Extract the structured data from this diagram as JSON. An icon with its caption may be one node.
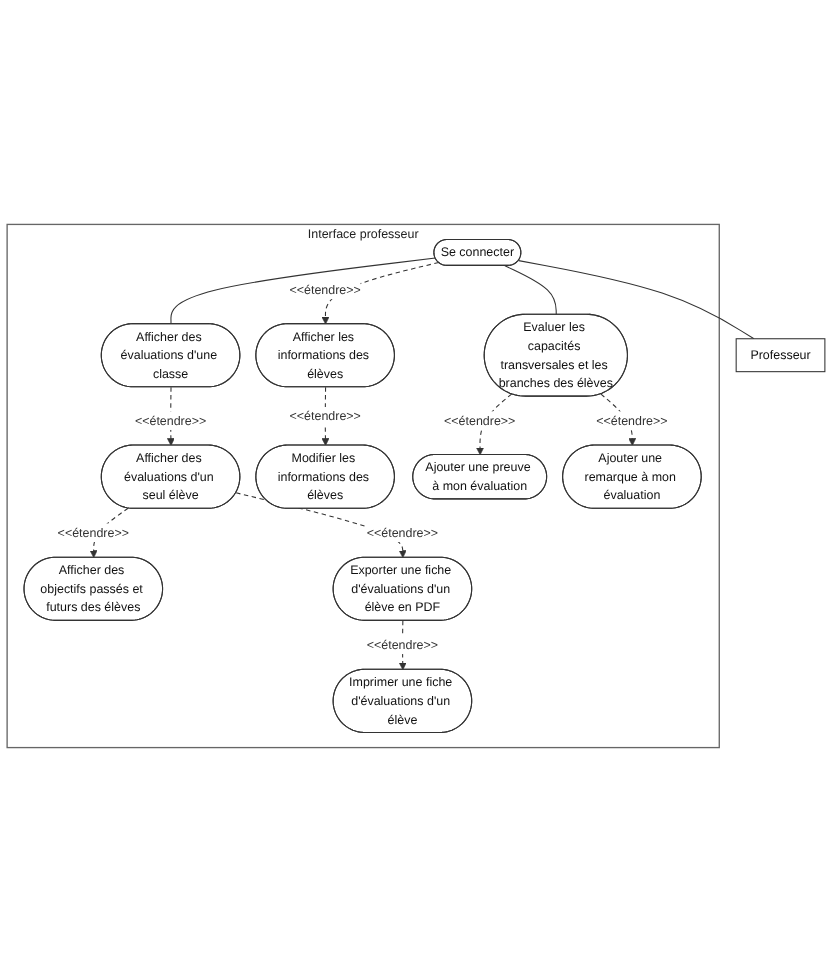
{
  "diagram": {
    "nodes": [
      {
        "text": [
          "Interface professeur"
        ]
      },
      {
        "text": [
          "Afficher des évaluations d'un seul élève"
        ],
        "in": 0
      },
      {
        "text": [
          "Afficher des objectifs passés et futurs des élèves"
        ],
        "in": 0
      },
      {
        "text": [
          "Afficher des évaluations d'une classe"
        ],
        "in": 0
      },
      {
        "text": [
          "Imprimer une fiche d'évaluations d'un élève"
        ],
        "in": 0
      },
      {
        "text": [
          "Exporter une fiche d'évaluations d'un élève en PDF"
        ],
        "in": 0
      },
      {
        "text": [
          "Professeur"
        ]
      },
      {
        "text": [
          "Se connecter"
        ],
        "in": 0
      },
      {
        "text": [
          "Afficher les informations des élèves"
        ],
        "in": 0
      },
      {
        "text": [
          "Modifier les informations des élèves"
        ],
        "in": 0
      },
      {
        "text": [
          "Evaluer les capacités transversales et les branches des élèves"
        ],
        "in": 0
      },
      {
        "text": [
          "Ajouter une preuve à mon évaluation"
        ],
        "in": 0
      },
      {
        "text": [
          "Ajouter une remarque à mon évaluation"
        ],
        "in": 0
      }
    ],
    "edges": [
      {
        "from": 7,
        "to": 6,
        "arrow": "none"
      },
      {
        "from": 3,
        "to": 1,
        "arrow": "to",
        "style": "dashed",
        "label": "<<étendre>>"
      },
      {
        "from": 1,
        "to": 2,
        "arrow": "to",
        "style": "dashed",
        "label": "<<étendre>>"
      },
      {
        "from": 1,
        "to": 5,
        "arrow": "to",
        "style": "dashed",
        "label": "<<étendre>>"
      },
      {
        "from": 5,
        "to": 4,
        "arrow": "to",
        "style": "dashed",
        "label": "<<étendre>>"
      },
      {
        "from": 7,
        "to": 3,
        "arrow": "none"
      },
      {
        "from": 7,
        "to": 8,
        "arrow": "to",
        "style": "dashed",
        "label": "<<étendre>>"
      },
      {
        "from": 8,
        "to": 9,
        "arrow": "to",
        "style": "dashed",
        "label": "<<étendre>>"
      },
      {
        "from": 7,
        "to": 10,
        "arrow": "none"
      },
      {
        "from": 10,
        "to": 11,
        "arrow": "to",
        "style": "dashed",
        "label": "<<étendre>>"
      },
      {
        "from": 10,
        "to": 12,
        "arrow": "to",
        "style": "dashed",
        "label": "<<étendre>>"
      }
    ]
  }
}
